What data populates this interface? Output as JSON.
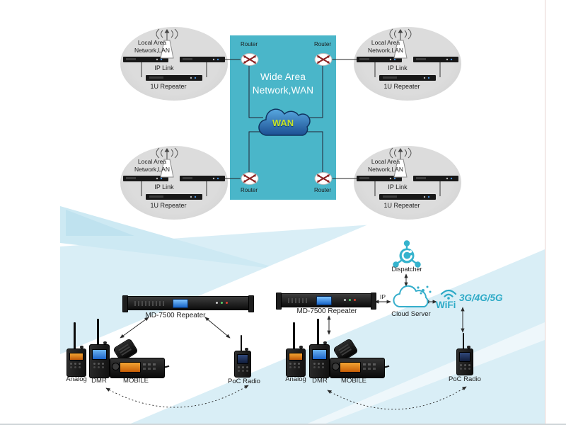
{
  "network_diagram": {
    "wan_box": {
      "title_line1": "Wide Area",
      "title_line2": "Network,WAN",
      "cloud_label": "WAN",
      "router_label": "Router"
    },
    "lan_bubble": {
      "title_line1": "Local Area",
      "title_line2": "Network,LAN",
      "ip_link_label": "IP Link",
      "repeater_label": "1U Repeater"
    }
  },
  "deployment": {
    "repeater_label": "MD-7500 Repeater",
    "dispatcher_label": "Dispatcher",
    "cloud_server_label": "Cloud Server",
    "ip_label": "IP",
    "wifi_label": "WiFi",
    "cellular_label": "3G/4G/5G",
    "radios": {
      "analog": "Analog",
      "dmr": "DMR",
      "mobile": "MOBILE",
      "poc": "PoC Radio"
    }
  },
  "colors": {
    "wan_box_teal": "#4ab6c9",
    "icon_teal": "#35b0cb",
    "cellular_teal": "#2ba9c6",
    "cloud_blue": "#2e6fb4",
    "wan_text_green": "#c5e32b",
    "bubble_gray": "#d5d5d5",
    "band_blue": "#d9eef6"
  }
}
